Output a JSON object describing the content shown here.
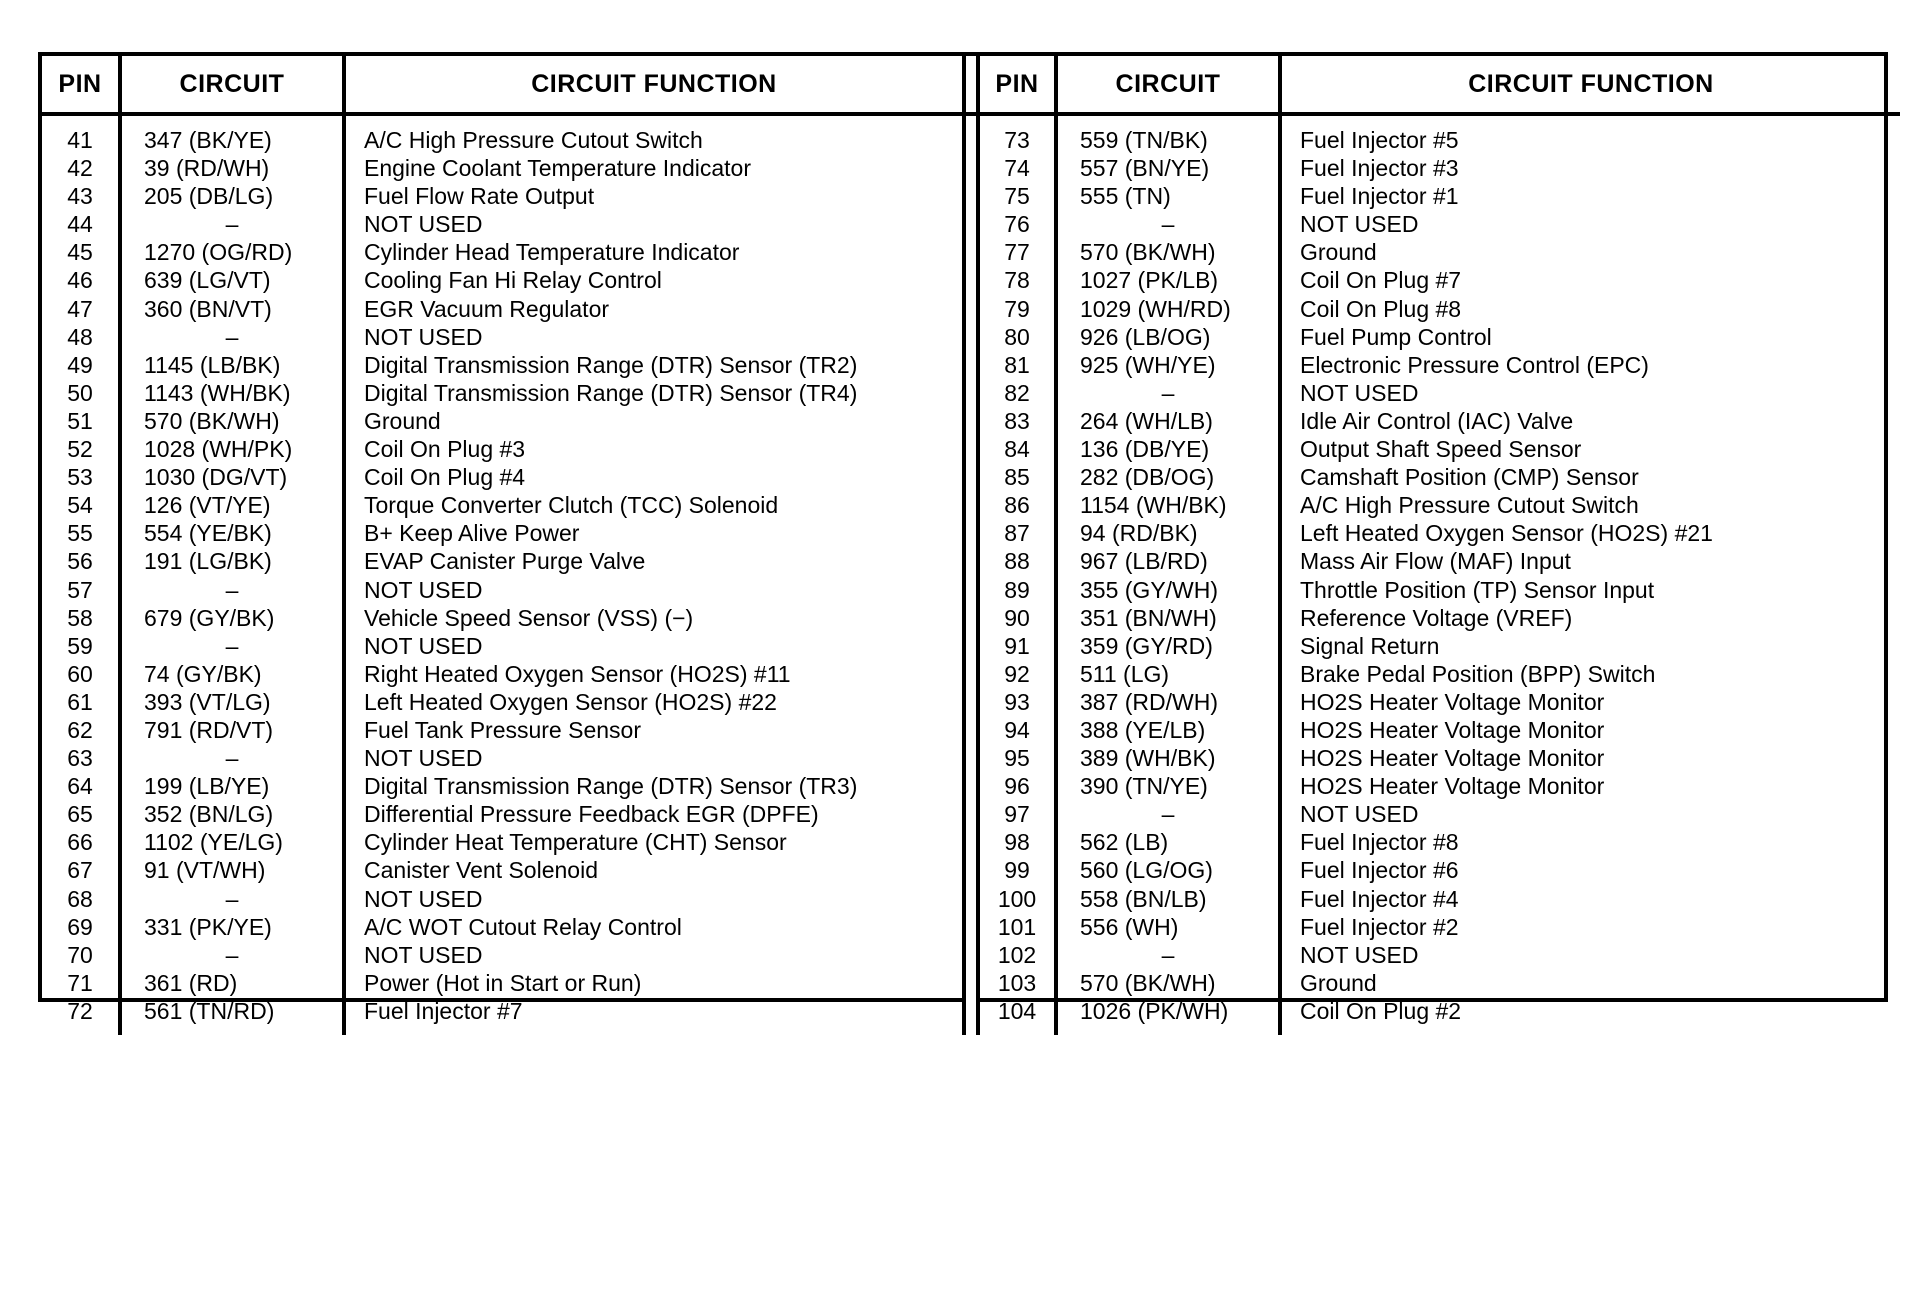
{
  "table": {
    "headers": {
      "pin": "PIN",
      "circuit": "CIRCUIT",
      "function": "CIRCUIT FUNCTION"
    },
    "not_used_label": "NOT USED",
    "dash": "–",
    "left_rows": [
      {
        "pin": "41",
        "circuit": "347 (BK/YE)",
        "function": "A/C High Pressure Cutout Switch"
      },
      {
        "pin": "42",
        "circuit": "39 (RD/WH)",
        "function": "Engine Coolant Temperature Indicator"
      },
      {
        "pin": "43",
        "circuit": "205 (DB/LG)",
        "function": "Fuel Flow Rate Output"
      },
      {
        "pin": "44",
        "circuit": "–",
        "function": "NOT USED"
      },
      {
        "pin": "45",
        "circuit": "1270 (OG/RD)",
        "function": "Cylinder Head Temperature Indicator"
      },
      {
        "pin": "46",
        "circuit": "639 (LG/VT)",
        "function": "Cooling Fan Hi Relay Control"
      },
      {
        "pin": "47",
        "circuit": "360 (BN/VT)",
        "function": "EGR Vacuum Regulator"
      },
      {
        "pin": "48",
        "circuit": "–",
        "function": "NOT USED"
      },
      {
        "pin": "49",
        "circuit": "1145 (LB/BK)",
        "function": "Digital Transmission Range (DTR) Sensor (TR2)"
      },
      {
        "pin": "50",
        "circuit": "1143 (WH/BK)",
        "function": "Digital Transmission Range (DTR) Sensor (TR4)"
      },
      {
        "pin": "51",
        "circuit": "570 (BK/WH)",
        "function": "Ground"
      },
      {
        "pin": "52",
        "circuit": "1028 (WH/PK)",
        "function": "Coil On Plug #3"
      },
      {
        "pin": "53",
        "circuit": "1030 (DG/VT)",
        "function": "Coil On Plug #4"
      },
      {
        "pin": "54",
        "circuit": "126 (VT/YE)",
        "function": "Torque Converter Clutch (TCC) Solenoid"
      },
      {
        "pin": "55",
        "circuit": "554 (YE/BK)",
        "function": "B+ Keep Alive Power"
      },
      {
        "pin": "56",
        "circuit": "191 (LG/BK)",
        "function": "EVAP Canister Purge Valve"
      },
      {
        "pin": "57",
        "circuit": "–",
        "function": "NOT USED"
      },
      {
        "pin": "58",
        "circuit": "679 (GY/BK)",
        "function": "Vehicle Speed Sensor (VSS) (−)"
      },
      {
        "pin": "59",
        "circuit": "–",
        "function": "NOT USED"
      },
      {
        "pin": "60",
        "circuit": "74 (GY/BK)",
        "function": "Right Heated Oxygen Sensor (HO2S) #11"
      },
      {
        "pin": "61",
        "circuit": "393 (VT/LG)",
        "function": "Left Heated Oxygen Sensor (HO2S) #22"
      },
      {
        "pin": "62",
        "circuit": "791 (RD/VT)",
        "function": "Fuel Tank Pressure Sensor"
      },
      {
        "pin": "63",
        "circuit": "–",
        "function": "NOT USED"
      },
      {
        "pin": "64",
        "circuit": "199 (LB/YE)",
        "function": "Digital Transmission Range (DTR) Sensor (TR3)"
      },
      {
        "pin": "65",
        "circuit": "352 (BN/LG)",
        "function": "Differential Pressure Feedback EGR (DPFE)"
      },
      {
        "pin": "66",
        "circuit": "1102 (YE/LG)",
        "function": "Cylinder Heat Temperature (CHT) Sensor"
      },
      {
        "pin": "67",
        "circuit": "91 (VT/WH)",
        "function": "Canister Vent Solenoid"
      },
      {
        "pin": "68",
        "circuit": "–",
        "function": "NOT USED"
      },
      {
        "pin": "69",
        "circuit": "331 (PK/YE)",
        "function": "A/C WOT Cutout Relay Control"
      },
      {
        "pin": "70",
        "circuit": "–",
        "function": "NOT USED"
      },
      {
        "pin": "71",
        "circuit": "361 (RD)",
        "function": "Power (Hot in Start or Run)"
      },
      {
        "pin": "72",
        "circuit": "561 (TN/RD)",
        "function": "Fuel Injector #7"
      }
    ],
    "right_rows": [
      {
        "pin": "73",
        "circuit": "559 (TN/BK)",
        "function": "Fuel Injector #5"
      },
      {
        "pin": "74",
        "circuit": "557 (BN/YE)",
        "function": "Fuel Injector #3"
      },
      {
        "pin": "75",
        "circuit": "555 (TN)",
        "function": "Fuel Injector #1"
      },
      {
        "pin": "76",
        "circuit": "–",
        "function": "NOT USED"
      },
      {
        "pin": "77",
        "circuit": "570 (BK/WH)",
        "function": "Ground"
      },
      {
        "pin": "78",
        "circuit": "1027 (PK/LB)",
        "function": "Coil On Plug #7"
      },
      {
        "pin": "79",
        "circuit": "1029 (WH/RD)",
        "function": "Coil On Plug #8"
      },
      {
        "pin": "80",
        "circuit": "926 (LB/OG)",
        "function": "Fuel Pump Control"
      },
      {
        "pin": "81",
        "circuit": "925 (WH/YE)",
        "function": "Electronic Pressure Control (EPC)"
      },
      {
        "pin": "82",
        "circuit": "–",
        "function": "NOT USED"
      },
      {
        "pin": "83",
        "circuit": "264 (WH/LB)",
        "function": "Idle Air Control (IAC) Valve"
      },
      {
        "pin": "84",
        "circuit": "136 (DB/YE)",
        "function": "Output Shaft Speed Sensor"
      },
      {
        "pin": "85",
        "circuit": "282 (DB/OG)",
        "function": "Camshaft Position (CMP) Sensor"
      },
      {
        "pin": "86",
        "circuit": "1154 (WH/BK)",
        "function": "A/C High Pressure Cutout Switch"
      },
      {
        "pin": "87",
        "circuit": "94 (RD/BK)",
        "function": "Left Heated Oxygen Sensor (HO2S) #21"
      },
      {
        "pin": "88",
        "circuit": "967 (LB/RD)",
        "function": "Mass Air Flow (MAF) Input"
      },
      {
        "pin": "89",
        "circuit": "355 (GY/WH)",
        "function": "Throttle Position (TP) Sensor Input"
      },
      {
        "pin": "90",
        "circuit": "351 (BN/WH)",
        "function": "Reference Voltage (VREF)"
      },
      {
        "pin": "91",
        "circuit": "359 (GY/RD)",
        "function": "Signal Return"
      },
      {
        "pin": "92",
        "circuit": "511 (LG)",
        "function": "Brake Pedal Position (BPP) Switch"
      },
      {
        "pin": "93",
        "circuit": "387 (RD/WH)",
        "function": "HO2S Heater Voltage Monitor"
      },
      {
        "pin": "94",
        "circuit": "388 (YE/LB)",
        "function": "HO2S Heater Voltage Monitor"
      },
      {
        "pin": "95",
        "circuit": "389 (WH/BK)",
        "function": "HO2S Heater Voltage Monitor"
      },
      {
        "pin": "96",
        "circuit": "390 (TN/YE)",
        "function": "HO2S Heater Voltage Monitor"
      },
      {
        "pin": "97",
        "circuit": "–",
        "function": "NOT USED"
      },
      {
        "pin": "98",
        "circuit": "562 (LB)",
        "function": "Fuel Injector #8"
      },
      {
        "pin": "99",
        "circuit": "560 (LG/OG)",
        "function": "Fuel Injector #6"
      },
      {
        "pin": "100",
        "circuit": "558 (BN/LB)",
        "function": "Fuel Injector #4"
      },
      {
        "pin": "101",
        "circuit": "556 (WH)",
        "function": "Fuel Injector #2"
      },
      {
        "pin": "102",
        "circuit": "–",
        "function": "NOT USED"
      },
      {
        "pin": "103",
        "circuit": "570 (BK/WH)",
        "function": "Ground"
      },
      {
        "pin": "104",
        "circuit": "1026 (PK/WH)",
        "function": "Coil On Plug #2"
      }
    ]
  }
}
